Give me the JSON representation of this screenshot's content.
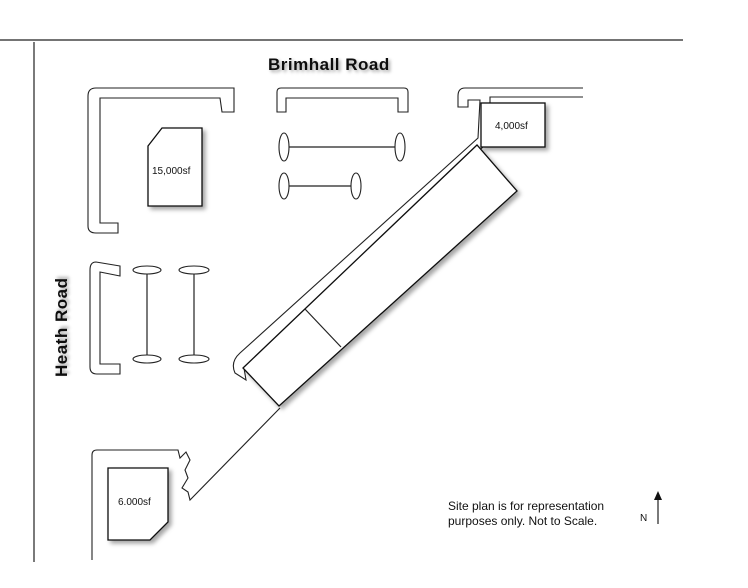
{
  "roads": {
    "north": "Brimhall Road",
    "west": "Heath Road"
  },
  "buildings": {
    "pad_nw": "15,000sf",
    "pad_ne": "4,000sf",
    "pad_sw": "6.000sf"
  },
  "note": {
    "line1": "Site plan is for representation",
    "line2": "purposes only.  Not to Scale."
  },
  "north_arrow": {
    "label": "N",
    "icon": "north-arrow-icon"
  }
}
